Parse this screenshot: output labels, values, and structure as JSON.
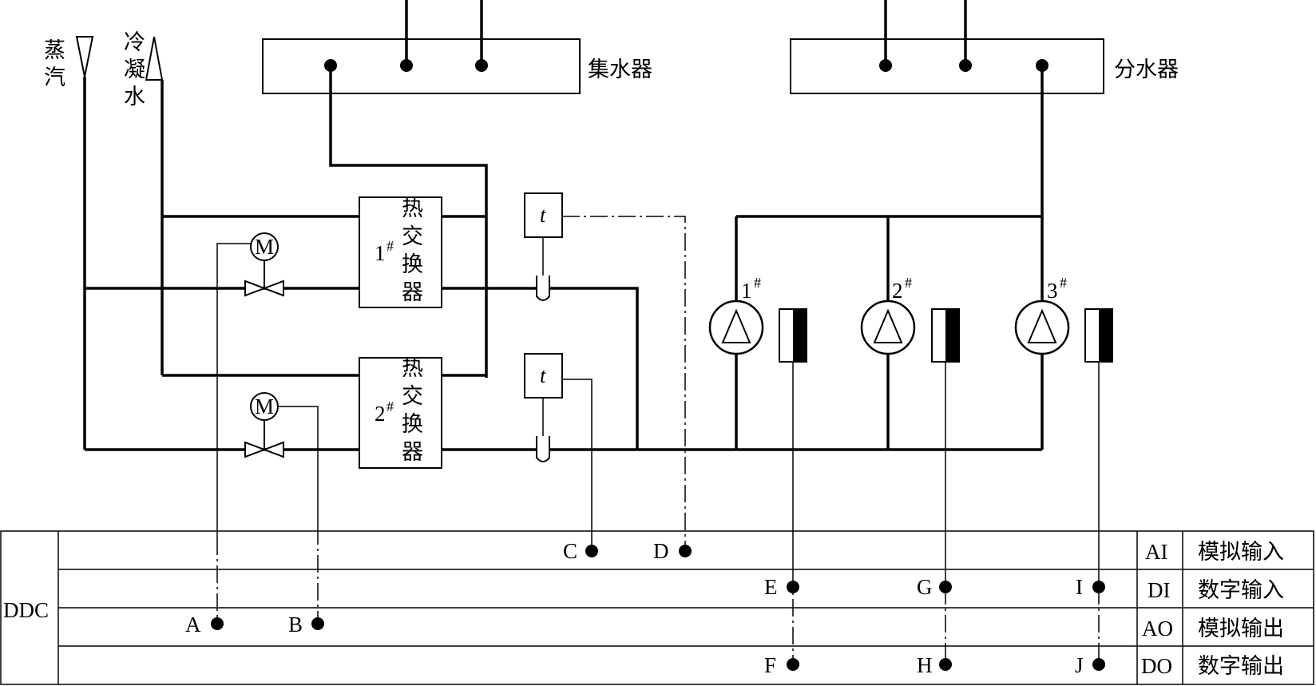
{
  "labels": {
    "steam": "蒸汽",
    "condensate": "冷凝水",
    "collector": "集水器",
    "distributor": "分水器",
    "hx1_name": "热交换器",
    "hx1_num": "1",
    "hx2_name": "热交换器",
    "hx2_num": "2",
    "sup": "#",
    "pump1_num": "1",
    "pump2_num": "2",
    "pump3_num": "3",
    "motor": "M",
    "temp": "t",
    "ddc": "DDC"
  },
  "points": [
    "A",
    "B",
    "C",
    "D",
    "E",
    "F",
    "G",
    "H",
    "I",
    "J"
  ],
  "signal_table": [
    {
      "code": "AI",
      "label": "模拟输入"
    },
    {
      "code": "DI",
      "label": "数字输入"
    },
    {
      "code": "AO",
      "label": "模拟输出"
    },
    {
      "code": "DO",
      "label": "数字输出"
    }
  ]
}
